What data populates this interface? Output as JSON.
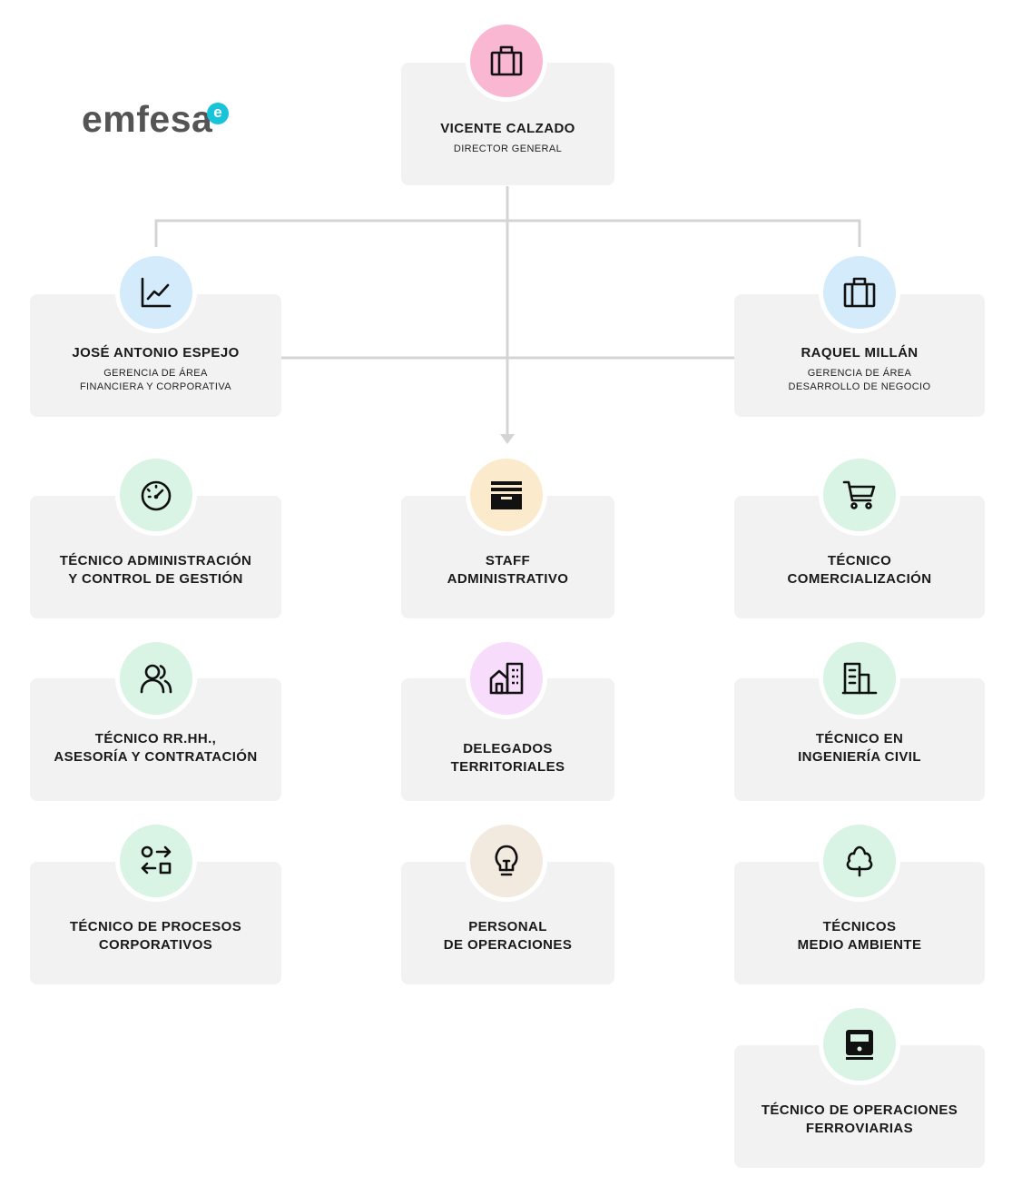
{
  "brand": {
    "logo_text": "emfesa",
    "logo_badge": "e",
    "badge_color": "#19c4da"
  },
  "colors": {
    "card": "#f2f2f2",
    "connector": "#d4d4d4",
    "pink": "#f9b7d2",
    "blue": "#d4ebfb",
    "green": "#d9f4e4",
    "sand": "#fbeacc",
    "lilac": "#f7dcfb",
    "beige": "#f2e9df"
  },
  "director": {
    "name": "VICENTE CALZADO",
    "role": "DIRECTOR GENERAL",
    "icon": "briefcase-icon"
  },
  "managers": [
    {
      "name": "JOSÉ ANTONIO ESPEJO",
      "role": "GERENCIA DE ÁREA\nFINANCIERA Y CORPORATIVA",
      "icon": "chart-line-icon"
    },
    {
      "name": "RAQUEL MILLÁN",
      "role": "GERENCIA DE ÁREA\nDESARROLLO DE NEGOCIO",
      "icon": "briefcase-icon"
    }
  ],
  "left_column": [
    {
      "title": "TÉCNICO ADMINISTRACIÓN\nY CONTROL DE GESTIÓN",
      "icon": "gauge-icon"
    },
    {
      "title": "TÉCNICO RR.HH.,\nASESORÍA Y CONTRATACIÓN",
      "icon": "users-icon"
    },
    {
      "title": "TÉCNICO DE PROCESOS\nCORPORATIVOS",
      "icon": "shapes-exchange-icon"
    }
  ],
  "center_column": [
    {
      "title": "STAFF\nADMINISTRATIVO",
      "icon": "archive-icon"
    },
    {
      "title": "DELEGADOS\nTERRITORIALES",
      "icon": "buildings-icon"
    },
    {
      "title": "PERSONAL\nDE OPERACIONES",
      "icon": "lightbulb-icon"
    }
  ],
  "right_column": [
    {
      "title": "TÉCNICO\nCOMERCIALIZACIÓN",
      "icon": "shopping-cart-icon"
    },
    {
      "title": "TÉCNICO EN\nINGENIERÍA CIVIL",
      "icon": "building-icon"
    },
    {
      "title": "TÉCNICOS\nMEDIO AMBIENTE",
      "icon": "tree-icon"
    },
    {
      "title": "TÉCNICO DE OPERACIONES\nFERROVIARIAS",
      "icon": "train-icon"
    }
  ]
}
